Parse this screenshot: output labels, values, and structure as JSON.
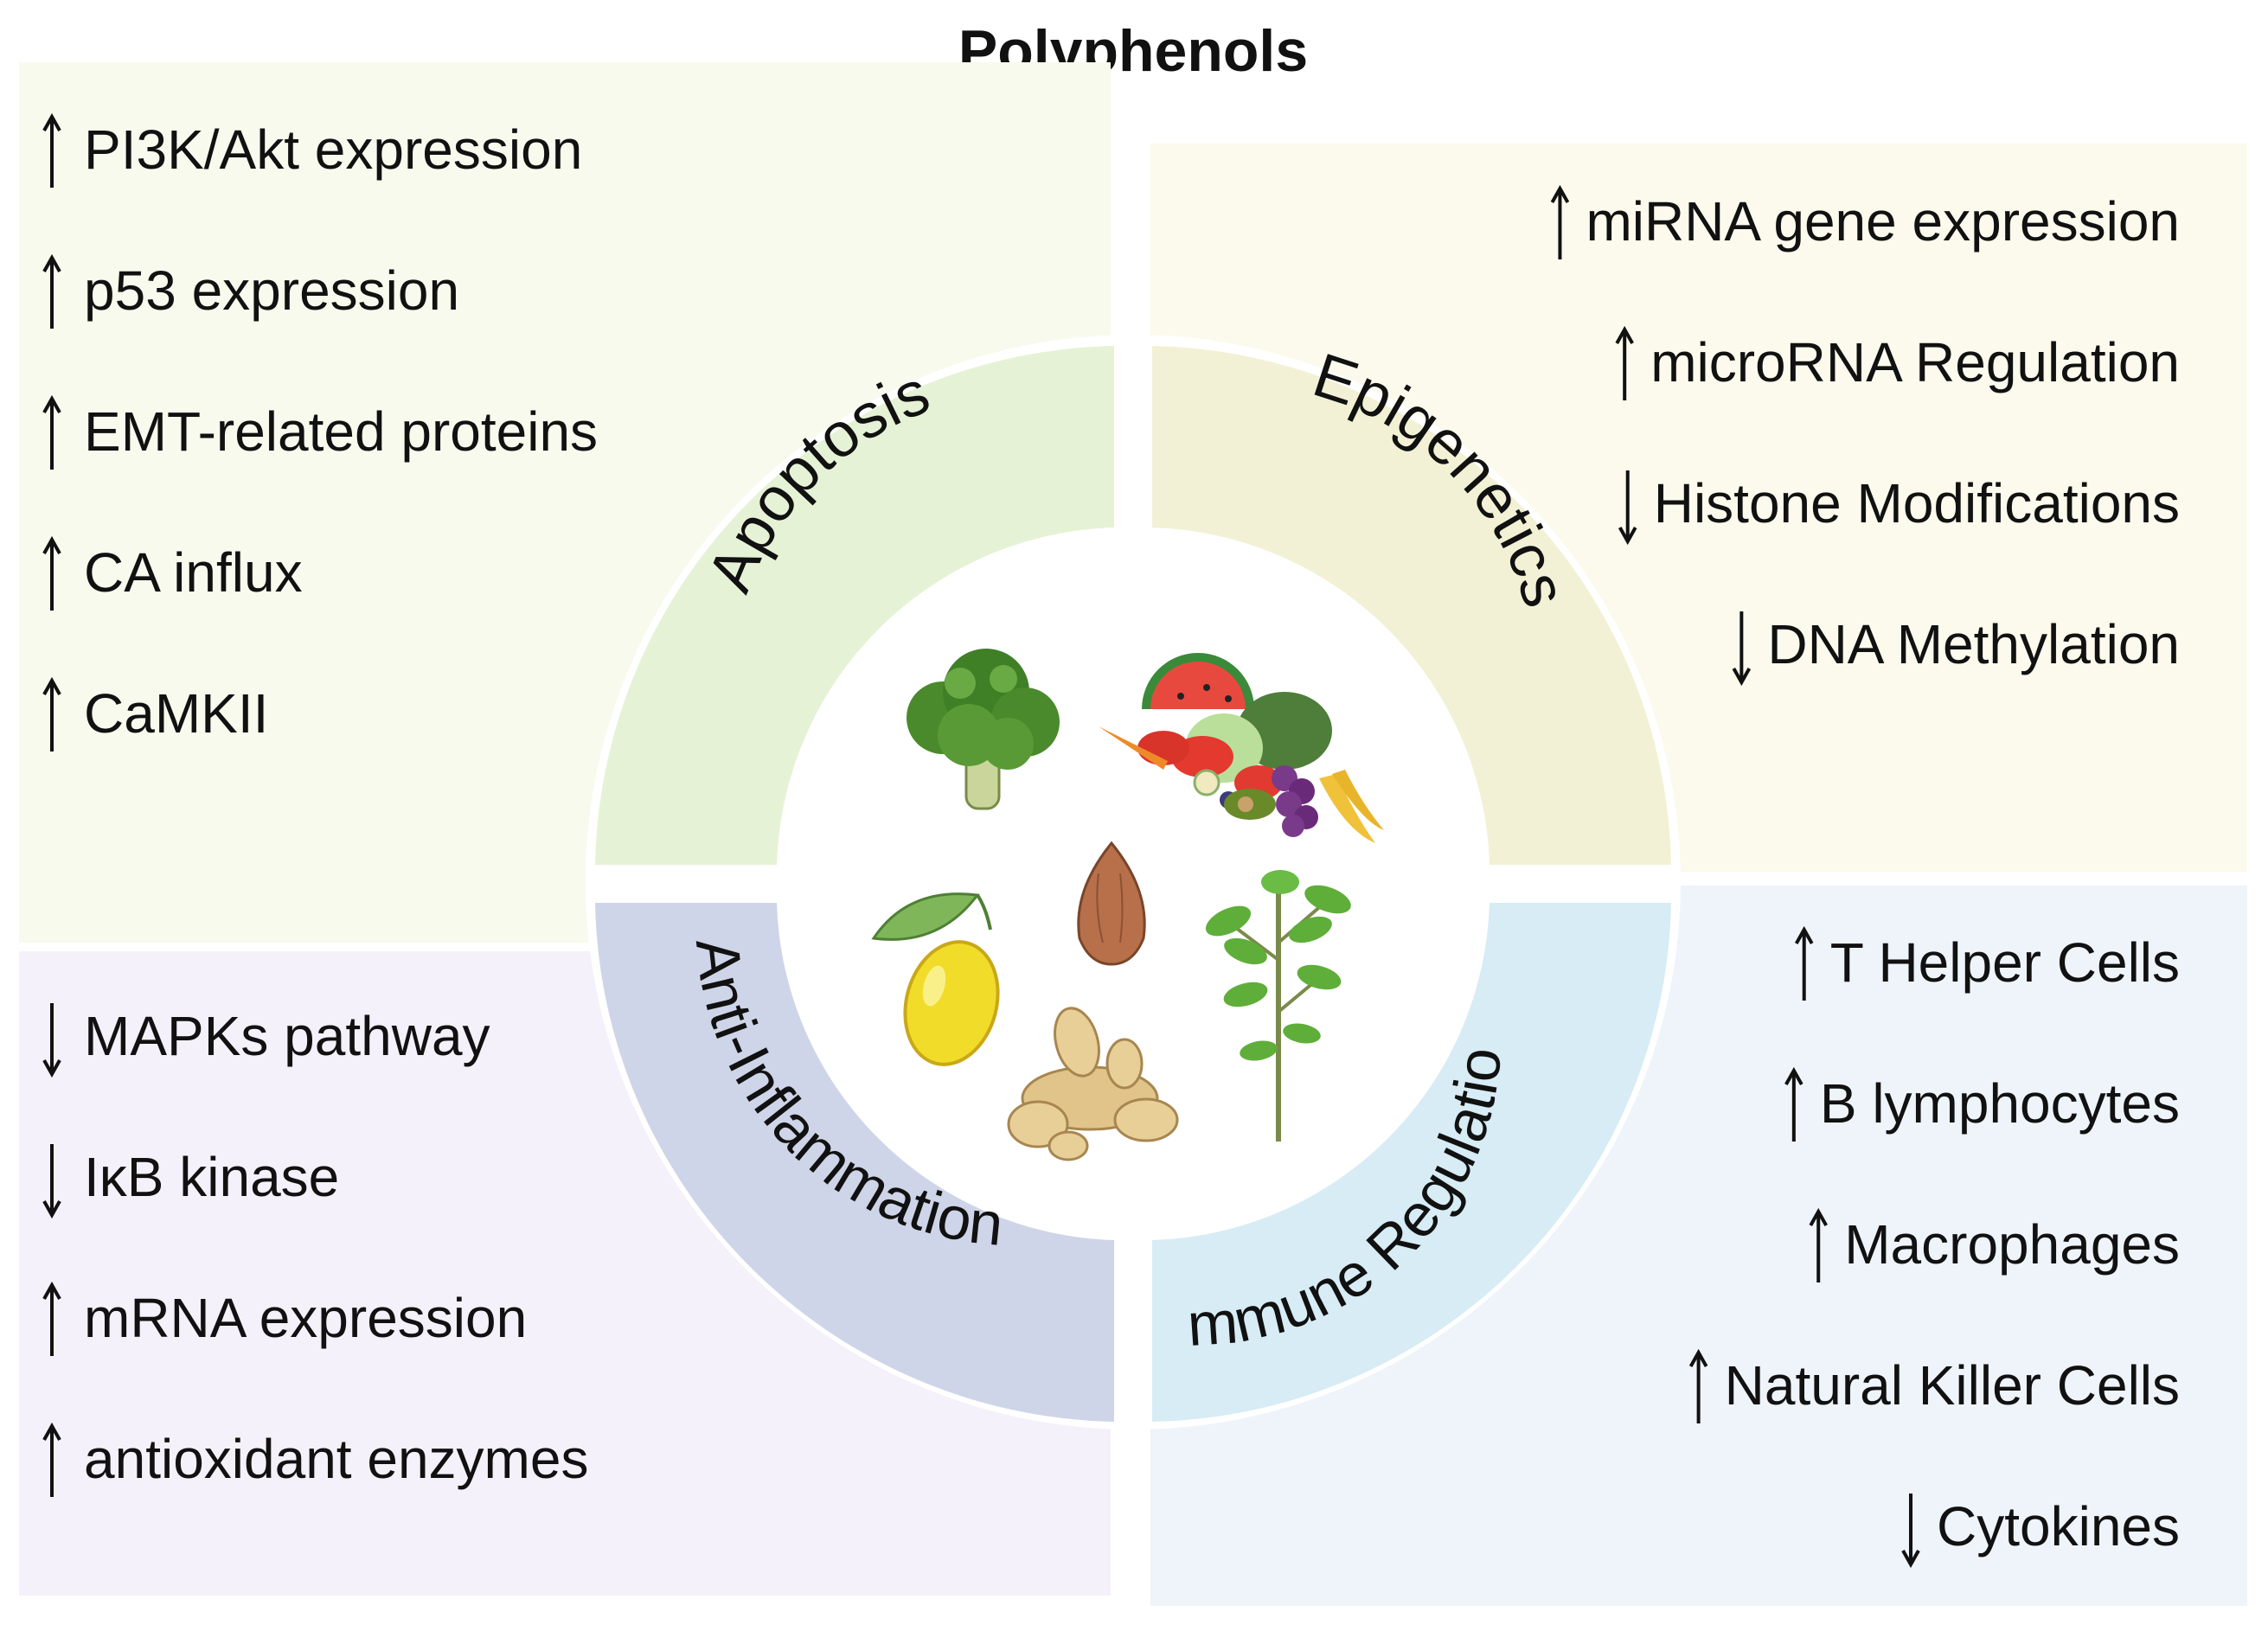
{
  "title": "Polyphenols",
  "colors": {
    "apoptosis_panel": "#f8faee",
    "apoptosis_ring": "#e6f2d6",
    "epigenetics_panel": "#fbfaed",
    "epigenetics_ring": "#f2f1d5",
    "inflammation_panel": "#f4f1fa",
    "inflammation_ring": "#cfd5e8",
    "immune_panel": "#eef4fa",
    "immune_ring": "#d7ecf4",
    "text": "#111111"
  },
  "quadrants": {
    "apoptosis": {
      "label": "Apoptosis",
      "items": [
        {
          "arrow": "up",
          "text": "PI3K/Akt expression"
        },
        {
          "arrow": "up",
          "text": "p53 expression"
        },
        {
          "arrow": "up",
          "text": "EMT-related proteins"
        },
        {
          "arrow": "up",
          "text": "CA influx"
        },
        {
          "arrow": "up",
          "text": "CaMKII"
        }
      ]
    },
    "epigenetics": {
      "label": "Epigenetics",
      "items": [
        {
          "arrow": "up",
          "text": "miRNA gene expression"
        },
        {
          "arrow": "up",
          "text": "microRNA Regulation"
        },
        {
          "arrow": "down",
          "text": "Histone Modifications"
        },
        {
          "arrow": "down",
          "text": "DNA Methylation"
        }
      ]
    },
    "anti_inflammation": {
      "label": "Anti-Inflammation",
      "items": [
        {
          "arrow": "down",
          "text": "MAPKs pathway"
        },
        {
          "arrow": "down",
          "text": "IκB kinase"
        },
        {
          "arrow": "up",
          "text": "mRNA expression"
        },
        {
          "arrow": "up",
          "text": "antioxidant enzymes"
        }
      ]
    },
    "immune_regulation": {
      "label": "Immune Regulation",
      "items": [
        {
          "arrow": "up",
          "text": "T Helper Cells"
        },
        {
          "arrow": "up",
          "text": "B lymphocytes"
        },
        {
          "arrow": "up",
          "text": "Macrophages"
        },
        {
          "arrow": "up",
          "text": "Natural Killer Cells"
        },
        {
          "arrow": "down",
          "text": "Cytokines"
        }
      ]
    }
  },
  "center_icons": [
    "broccoli-icon",
    "fruit-vegetable-pile-icon",
    "lemon-icon",
    "almond-icon",
    "plant-icon",
    "ginger-icon"
  ]
}
